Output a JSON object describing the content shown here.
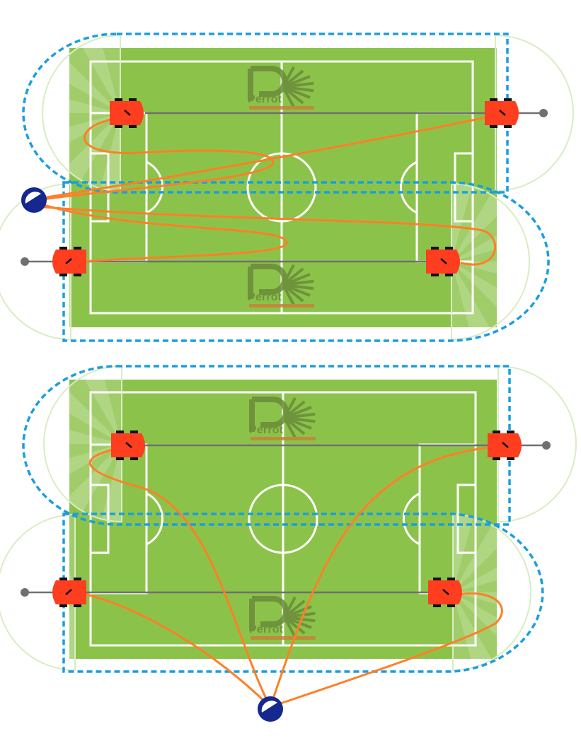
{
  "logo": {
    "text": "Perrot",
    "letter": "P"
  },
  "colors": {
    "field": "#8bc34a",
    "lines": "#ffffff",
    "robot": "#ff3d1f",
    "wheel": "#111111",
    "path": "#ff7f27",
    "boundary": "#1a9ee0",
    "base_station": "#14288f",
    "tether": "#707070",
    "logo": "#6b8a3a",
    "logo_bar": "#c8823a"
  },
  "scenarios": [
    {
      "name": "top",
      "base_station": "left-side",
      "robots": 4,
      "path_style": "looping"
    },
    {
      "name": "bottom",
      "base_station": "bottom-center",
      "robots": 4,
      "path_style": "direct"
    }
  ]
}
